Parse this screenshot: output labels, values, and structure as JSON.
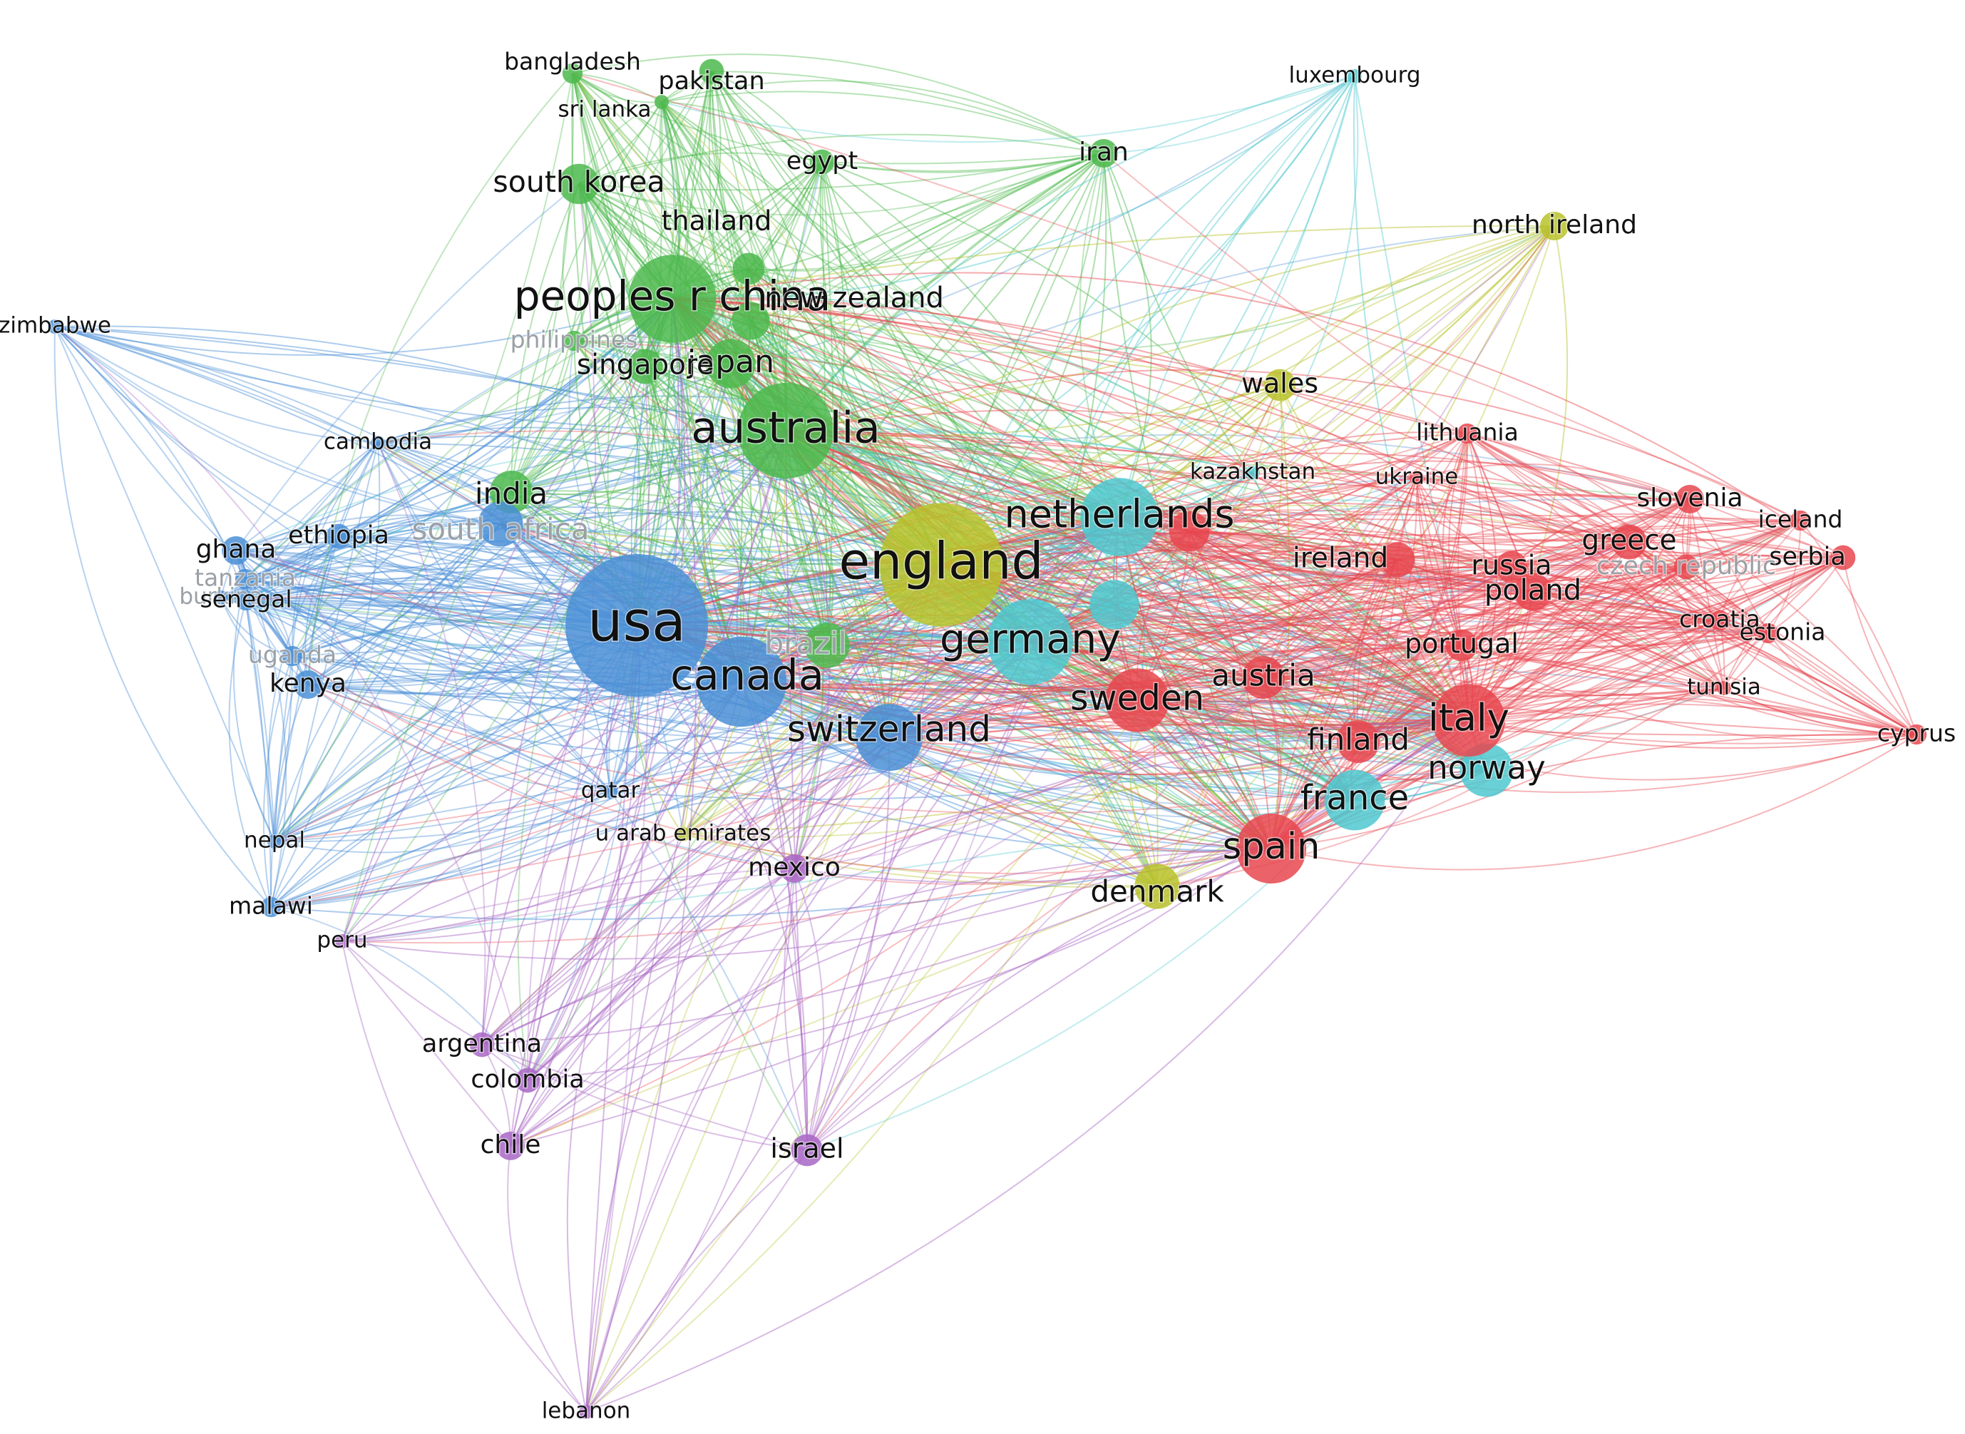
{
  "clusters": {
    "red": "#e8474f",
    "green": "#4cb84c",
    "blue": "#4a8fd6",
    "yellow": "#b8c22a",
    "cyan": "#4ec8cf",
    "purple": "#a866c4"
  },
  "nodes": [
    {
      "id": "usa",
      "label": "usa",
      "cluster": "blue",
      "weight": 100
    },
    {
      "id": "canada",
      "label": "canada",
      "cluster": "blue",
      "weight": 40
    },
    {
      "id": "switzerland",
      "label": "switzerland",
      "cluster": "blue",
      "weight": 22
    },
    {
      "id": "south-africa",
      "label": "south africa",
      "cluster": "blue",
      "weight": 10,
      "faded": true
    },
    {
      "id": "ghana",
      "label": "ghana",
      "cluster": "blue",
      "weight": 4
    },
    {
      "id": "ethiopia",
      "label": "ethiopia",
      "cluster": "blue",
      "weight": 3
    },
    {
      "id": "tanzania",
      "label": "tanzania",
      "cluster": "blue",
      "weight": 2,
      "faded": true
    },
    {
      "id": "burkina",
      "label": "burkina",
      "cluster": "blue",
      "weight": 1,
      "faded": true
    },
    {
      "id": "senegal",
      "label": "senegal",
      "cluster": "blue",
      "weight": 2
    },
    {
      "id": "uganda",
      "label": "uganda",
      "cluster": "blue",
      "weight": 2,
      "faded": true
    },
    {
      "id": "kenya",
      "label": "kenya",
      "cluster": "blue",
      "weight": 4
    },
    {
      "id": "cambodia",
      "label": "cambodia",
      "cluster": "blue",
      "weight": 1
    },
    {
      "id": "zimbabwe",
      "label": "zimbabwe",
      "cluster": "blue",
      "weight": 1
    },
    {
      "id": "nepal",
      "label": "nepal",
      "cluster": "blue",
      "weight": 1
    },
    {
      "id": "malawi",
      "label": "malawi",
      "cluster": "blue",
      "weight": 2
    },
    {
      "id": "qatar",
      "label": "qatar",
      "cluster": "blue",
      "weight": 1
    },
    {
      "id": "peoples-r-china",
      "label": "peoples r china",
      "cluster": "green",
      "weight": 38
    },
    {
      "id": "australia",
      "label": "australia",
      "cluster": "green",
      "weight": 45
    },
    {
      "id": "japan",
      "label": "japan",
      "cluster": "green",
      "weight": 12
    },
    {
      "id": "south-korea",
      "label": "south korea",
      "cluster": "green",
      "weight": 8
    },
    {
      "id": "india",
      "label": "india",
      "cluster": "green",
      "weight": 9
    },
    {
      "id": "thailand",
      "label": "thailand",
      "cluster": "green",
      "weight": 5
    },
    {
      "id": "new-zealand",
      "label": "new zealand",
      "cluster": "green",
      "weight": 7
    },
    {
      "id": "singapore",
      "label": "singapore",
      "cluster": "green",
      "weight": 6
    },
    {
      "id": "philippines",
      "label": "philippines",
      "cluster": "green",
      "weight": 2,
      "faded": true
    },
    {
      "id": "brazil",
      "label": "brazil",
      "cluster": "green",
      "weight": 10,
      "faded": true
    },
    {
      "id": "pakistan",
      "label": "pakistan",
      "cluster": "green",
      "weight": 3
    },
    {
      "id": "bangladesh",
      "label": "bangladesh",
      "cluster": "green",
      "weight": 2
    },
    {
      "id": "sri-lanka",
      "label": "sri lanka",
      "cluster": "green",
      "weight": 1
    },
    {
      "id": "egypt",
      "label": "egypt",
      "cluster": "green",
      "weight": 3
    },
    {
      "id": "iran",
      "label": "iran",
      "cluster": "green",
      "weight": 4
    },
    {
      "id": "england",
      "label": "england",
      "cluster": "yellow",
      "weight": 75
    },
    {
      "id": "denmark",
      "label": "denmark",
      "cluster": "yellow",
      "weight": 10
    },
    {
      "id": "wales",
      "label": "wales",
      "cluster": "yellow",
      "weight": 5
    },
    {
      "id": "north-ireland",
      "label": "north ireland",
      "cluster": "yellow",
      "weight": 4
    },
    {
      "id": "u-arab-emirates",
      "label": "u arab emirates",
      "cluster": "yellow",
      "weight": 1
    },
    {
      "id": "netherlands",
      "label": "netherlands",
      "cluster": "cyan",
      "weight": 30
    },
    {
      "id": "germany",
      "label": "germany",
      "cluster": "cyan",
      "weight": 36
    },
    {
      "id": "france",
      "label": "france",
      "cluster": "cyan",
      "weight": 18
    },
    {
      "id": "norway",
      "label": "norway",
      "cluster": "cyan",
      "weight": 14
    },
    {
      "id": "scotland",
      "label": "",
      "cluster": "cyan",
      "weight": 12
    },
    {
      "id": "luxembourg",
      "label": "luxembourg",
      "cluster": "cyan",
      "weight": 1
    },
    {
      "id": "kazakhstan",
      "label": "kazakhstan",
      "cluster": "cyan",
      "weight": 1
    },
    {
      "id": "italy",
      "label": "italy",
      "cluster": "red",
      "weight": 26
    },
    {
      "id": "spain",
      "label": "spain",
      "cluster": "red",
      "weight": 24
    },
    {
      "id": "sweden",
      "label": "sweden",
      "cluster": "red",
      "weight": 20
    },
    {
      "id": "austria",
      "label": "austria",
      "cluster": "red",
      "weight": 9
    },
    {
      "id": "finland",
      "label": "finland",
      "cluster": "red",
      "weight": 9
    },
    {
      "id": "poland",
      "label": "poland",
      "cluster": "red",
      "weight": 7
    },
    {
      "id": "portugal",
      "label": "portugal",
      "cluster": "red",
      "weight": 5
    },
    {
      "id": "russia",
      "label": "russia",
      "cluster": "red",
      "weight": 5
    },
    {
      "id": "greece",
      "label": "greece",
      "cluster": "red",
      "weight": 6
    },
    {
      "id": "ireland",
      "label": "ireland",
      "cluster": "red",
      "weight": 6
    },
    {
      "id": "belgium",
      "label": "",
      "cluster": "red",
      "weight": 8
    },
    {
      "id": "slovenia",
      "label": "slovenia",
      "cluster": "red",
      "weight": 4
    },
    {
      "id": "iceland",
      "label": "iceland",
      "cluster": "red",
      "weight": 2
    },
    {
      "id": "serbia",
      "label": "serbia",
      "cluster": "red",
      "weight": 3
    },
    {
      "id": "czech-republic",
      "label": "czech republic",
      "cluster": "red",
      "weight": 3,
      "faded": true
    },
    {
      "id": "croatia",
      "label": "croatia",
      "cluster": "red",
      "weight": 2
    },
    {
      "id": "estonia",
      "label": "estonia",
      "cluster": "red",
      "weight": 2
    },
    {
      "id": "lithuania",
      "label": "lithuania",
      "cluster": "red",
      "weight": 2
    },
    {
      "id": "ukraine",
      "label": "ukraine",
      "cluster": "red",
      "weight": 1
    },
    {
      "id": "tunisia",
      "label": "tunisia",
      "cluster": "red",
      "weight": 1
    },
    {
      "id": "cyprus",
      "label": "cyprus",
      "cluster": "red",
      "weight": 2
    },
    {
      "id": "argentina",
      "label": "argentina",
      "cluster": "purple",
      "weight": 3
    },
    {
      "id": "colombia",
      "label": "colombia",
      "cluster": "purple",
      "weight": 3
    },
    {
      "id": "chile",
      "label": "chile",
      "cluster": "purple",
      "weight": 4
    },
    {
      "id": "israel",
      "label": "israel",
      "cluster": "purple",
      "weight": 5
    },
    {
      "id": "mexico",
      "label": "mexico",
      "cluster": "purple",
      "weight": 4
    },
    {
      "id": "peru",
      "label": "peru",
      "cluster": "purple",
      "weight": 1
    },
    {
      "id": "lebanon",
      "label": "lebanon",
      "cluster": "purple",
      "weight": 1
    }
  ]
}
